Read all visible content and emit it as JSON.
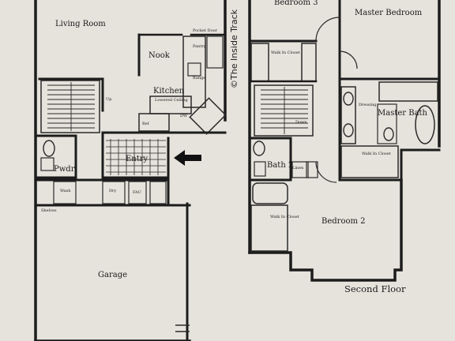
{
  "first_floor": {
    "living_room": "Living Room",
    "nook": "Nook",
    "kitchen": "Kitchen",
    "lowered_ceiling": "Lowered Ceiling",
    "pocket_door": "Pocket Door",
    "pantry": "Pantry",
    "range": "Range",
    "up": "Up",
    "ref": "Ref",
    "dw": "DW",
    "pwdr": "Pwdr",
    "entry": "Entry",
    "wash": "Wash",
    "dry": "Dry",
    "fau": "FAU",
    "shelves": "Shelves",
    "garage": "Garage"
  },
  "second_floor": {
    "bedroom_3": "Bedroom 3",
    "master_bedroom": "Master Bedroom",
    "master_bath": "Master Bath",
    "bath_2": "Bath 2",
    "bedroom_2": "Bedroom 2",
    "walk_in_closet": "Walk In Closet",
    "linen": "Linen",
    "down": "Down",
    "dressing": "Dressing",
    "floor_label": "Second Floor"
  },
  "watermark": "©The Inside Track"
}
